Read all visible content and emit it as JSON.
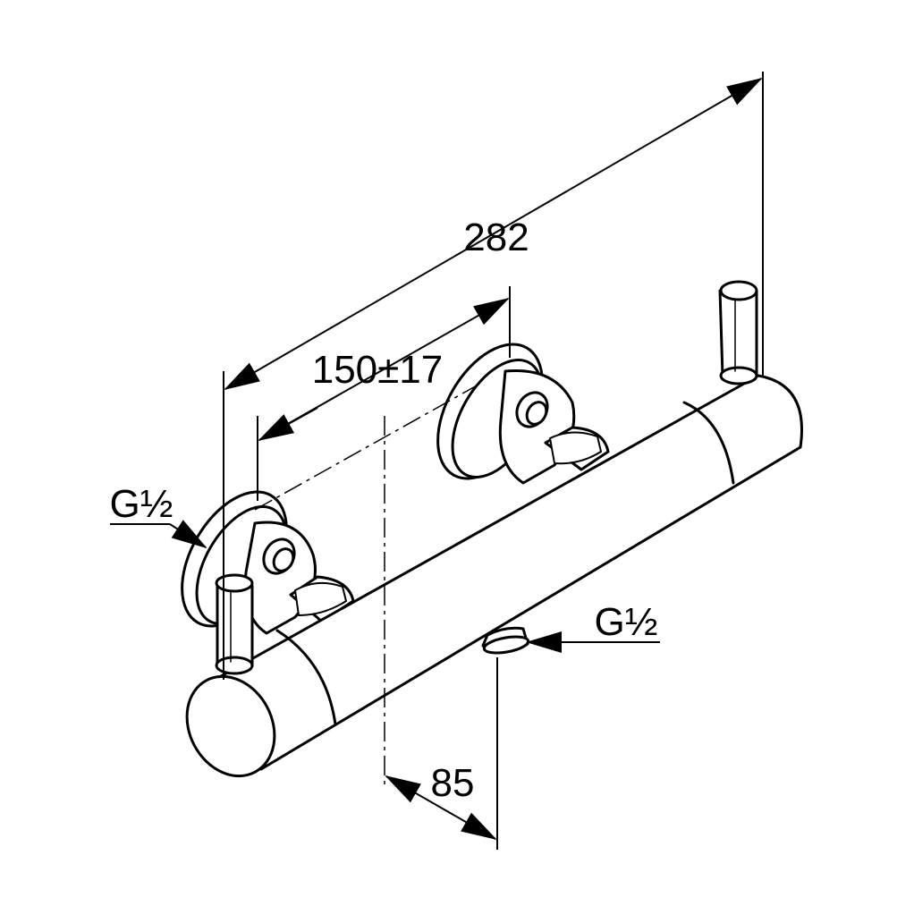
{
  "drawing": {
    "dimensions": {
      "overall_length": "282",
      "inlet_spacing": "150±17",
      "outlet_offset": "85"
    },
    "threads": {
      "inlet_thread": "G½",
      "outlet_thread": "G½"
    }
  }
}
